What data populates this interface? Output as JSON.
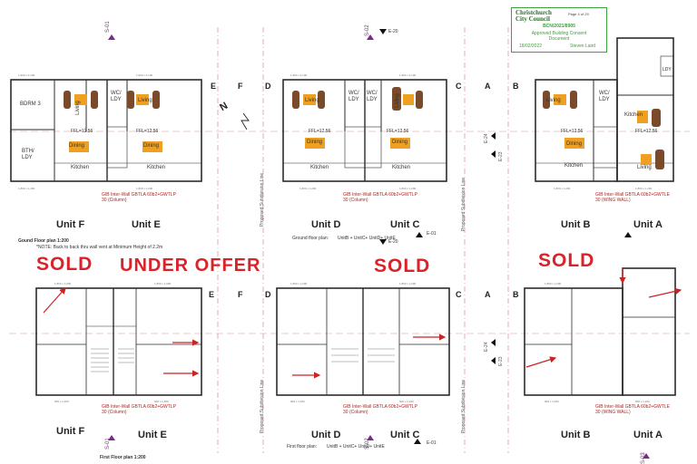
{
  "stamp": {
    "org": "Christchurch City Council",
    "page": "Page 4 of 29",
    "ref": "BCN/2021/8905",
    "status": "Approved Building Consent Document",
    "date": "18/02/2022",
    "officer": "Steven Laird"
  },
  "status_labels": {
    "unit_f": "SOLD",
    "unit_e": "UNDER OFFER",
    "unit_c": "SOLD",
    "unit_b": "SOLD"
  },
  "units": {
    "f": "Unit F",
    "e": "Unit E",
    "d": "Unit D",
    "c": "Unit C",
    "b": "Unit B",
    "a": "Unit A"
  },
  "gridlines": [
    "E",
    "F",
    "D",
    "C",
    "A",
    "B"
  ],
  "sections": {
    "s01": "S-01",
    "s02": "S-02",
    "e20": "E-20",
    "e24": "E-24",
    "e23": "E-23",
    "e01": "E-01",
    "s03": "S-03"
  },
  "rooms": {
    "bdrm3": "BDRM 3",
    "wc_ldy": "WC/ LDY",
    "living": "Living",
    "dining": "Dining",
    "kitchen": "Kitchen",
    "bth_ldy": "BTH/ LDY",
    "ldy": "LDY",
    "ffl": "FFL=12.56"
  },
  "notes": {
    "ground_plan": "Gound Floor plan 1:200",
    "ground_note": "*NOTE: Back to back thru wall vent at Minimum Height of 2.2m",
    "ground_floor_plan": "Ground floor plan:",
    "first_floor_plan": "First floor plan:",
    "unit_formula": "UnitB + UnitC+ UnitD+ UnitE",
    "first_plan": "First Floor plan 1:200",
    "subdivision": "Proposed Subdivision Line",
    "wall_fe": "GIB Inter-Wall GBTLA 60b2+GWTLP 30 (Column)",
    "wall_dc": "GIB Inter-Wall GBTLA 60b2+GWTLP 30 (Column)",
    "wall_ba": "GIB Inter-Wall GBTLA 60b2+GWTLE 30 (WING WALL)"
  },
  "colors": {
    "sold": "#d9232a",
    "wall": "#2b2b2b",
    "furniture_dark": "#7a4a2a",
    "furniture_orange": "#f0a020",
    "section_marker": "#7a2a8a",
    "arrow": "#cc2222",
    "stamp": "#3aa33a"
  }
}
